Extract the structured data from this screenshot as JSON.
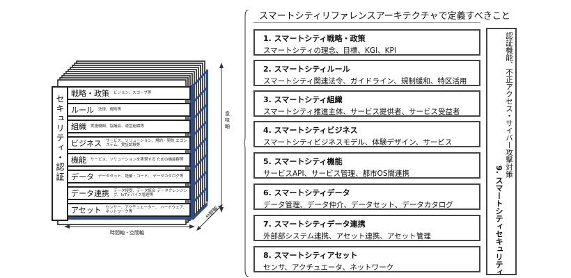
{
  "left_diagram": {
    "security_label": "セキュリティ・認証",
    "layers": [
      {
        "name": "戦略・政策",
        "desc": "ビジョン、スコープ等"
      },
      {
        "name": "ルール",
        "desc": "法律、規則等"
      },
      {
        "name": "組織",
        "desc": "実施機関、協議会、運営組織等"
      },
      {
        "name": "ビジネス",
        "desc": "サービス、ソリューション、規約・契約 エコシステム、実証試験等"
      },
      {
        "name": "機能",
        "desc": "サービス、ソリューションを実現する ための機能群等"
      },
      {
        "name": "データ",
        "desc": "データセット、語彙・コード、 データカタログ等"
      },
      {
        "name": "データ連携",
        "desc": "データ授受、データ統合 データクレンジング、IoTデバイス管理等"
      },
      {
        "name": "アセット",
        "desc": "センサー、アクチュエーター、 ハードウェア、ネットワーク等"
      }
    ],
    "axis_meaning": "意味軸",
    "axis_field": "分野軸",
    "axis_time": "時間軸・空間軸"
  },
  "right_panel": {
    "title": "スマートシティリファレンスアーキテクチャで定義すべきこと",
    "items": [
      {
        "title": "1.  スマートシティ戦略・政策",
        "sub": "スマートシティの理念、目標、KGI、KPI"
      },
      {
        "title": "2.  スマートシティルール",
        "sub": "スマートシティ関連法令、ガイドライン、規制緩和、特区活用"
      },
      {
        "title": "3.  スマートシティ組織",
        "sub": "スマートシティ推進主体、サービス提供者、サービス受益者"
      },
      {
        "title": "4.  スマートシティビジネス",
        "sub": "スマートシティビジネスモデル、体験デザイン、サービス"
      },
      {
        "title": "5.  スマートシティ機能",
        "sub": "サービスAPI、サービス管理、都市OS間連携"
      },
      {
        "title": "6.  スマートシティデータ",
        "sub": "データ管理、データ仲介、データセット、データカタログ"
      },
      {
        "title": "7.  スマートシティデータ連携",
        "sub": "外部部システム連携、アセット連携、アセット管理"
      },
      {
        "title": "8.  スマートシティアセット",
        "sub": "センサ、アクチュエータ、ネットワーク"
      }
    ],
    "security": {
      "title": "9.  スマートシティセキュリティ",
      "sub": "認証機能、不正アクセス・サイバー攻撃対策"
    }
  }
}
